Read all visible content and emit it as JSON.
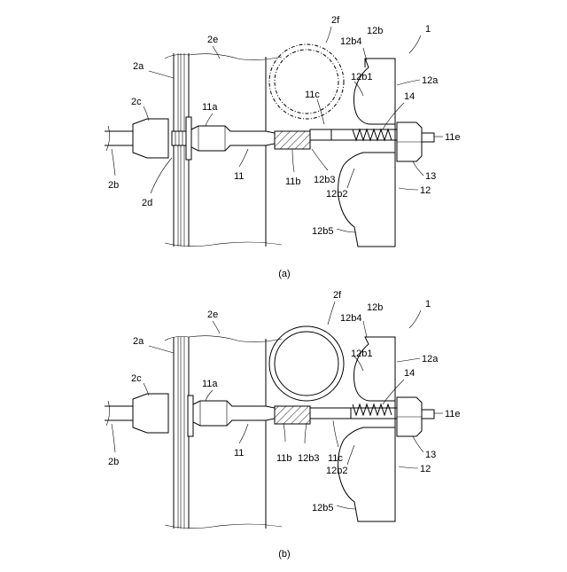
{
  "figure_a": {
    "caption": "(a)",
    "labels": {
      "l1": "1",
      "l2f": "2f",
      "l2e": "2e",
      "l2a": "2a",
      "l2c": "2c",
      "l2b": "2b",
      "l2d": "2d",
      "l11a": "11a",
      "l11": "11",
      "l11b": "11b",
      "l11c": "11c",
      "l11e": "11e",
      "l12": "12",
      "l12a": "12a",
      "l12b": "12b",
      "l12b1": "12b1",
      "l12b2": "12b2",
      "l12b3": "12b3",
      "l12b4": "12b4",
      "l12b5": "12b5",
      "l13": "13",
      "l14": "14"
    }
  },
  "figure_b": {
    "caption": "(b)",
    "labels": {
      "l1": "1",
      "l2f": "2f",
      "l2e": "2e",
      "l2a": "2a",
      "l2c": "2c",
      "l2b": "2b",
      "l11a": "11a",
      "l11": "11",
      "l11b": "11b",
      "l11c": "11c",
      "l11e": "11e",
      "l12": "12",
      "l12a": "12a",
      "l12b": "12b",
      "l12b1": "12b1",
      "l12b2": "12b2",
      "l12b3": "12b3",
      "l12b4": "12b4",
      "l12b5": "12b5",
      "l13": "13",
      "l14": "14"
    }
  }
}
